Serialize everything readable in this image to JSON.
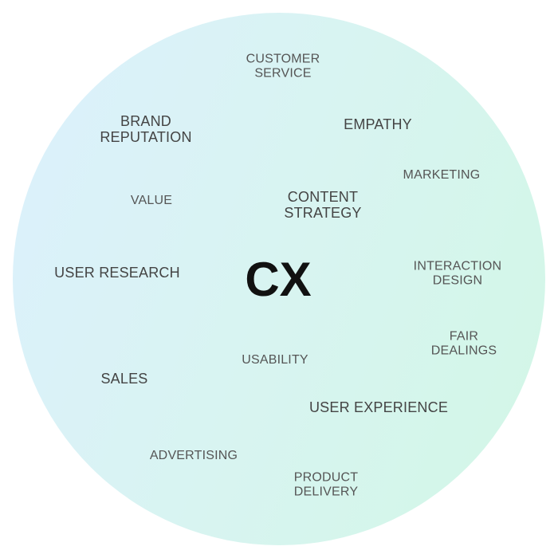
{
  "center": {
    "label": "CX"
  },
  "terms": {
    "customer_service": "CUSTOMER\nSERVICE",
    "brand_reputation": "BRAND\nREPUTATION",
    "empathy": "EMPATHY",
    "marketing": "MARKETING",
    "value": "VALUE",
    "content_strategy": "CONTENT\nSTRATEGY",
    "user_research": "USER RESEARCH",
    "interaction_design": "INTERACTION DESIGN",
    "fair_dealings": "FAIR\nDEALINGS",
    "usability": "USABILITY",
    "sales": "SALES",
    "user_experience": "USER EXPERIENCE",
    "advertising": "ADVERTISING",
    "product_delivery": "PRODUCT\nDELIVERY"
  },
  "colors": {
    "circle_left": "#dcf0fd",
    "circle_right": "#d2f7e6",
    "center_text": "#111111",
    "term_text": "#4a4a4a"
  }
}
